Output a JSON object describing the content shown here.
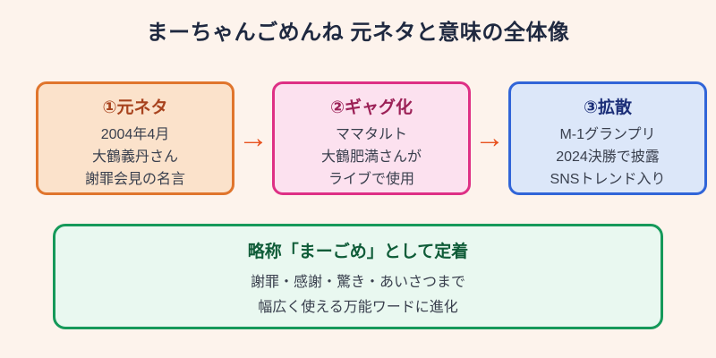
{
  "page": {
    "title": "まーちゃんごめんね 元ネタと意味の全体像",
    "background_color": "#FDF3EC",
    "title_color": "#1F2940"
  },
  "flow": {
    "arrow_glyph": "→",
    "arrow_color": "#E85320",
    "steps": [
      {
        "title": "①元ネタ",
        "lines": [
          "2004年4月",
          "大鶴義丹さん",
          "謝罪会見の名言"
        ],
        "accent_color": "#A8431E",
        "border_color": "#E0752D",
        "background_color": "#FBE2CB"
      },
      {
        "title": "②ギャグ化",
        "lines": [
          "ママタルト",
          "大鶴肥満さんが",
          "ライブで使用"
        ],
        "accent_color": "#9C2157",
        "border_color": "#DE3085",
        "background_color": "#FCE1EF"
      },
      {
        "title": "③拡散",
        "lines": [
          "M-1グランプリ",
          "2024決勝で披露",
          "SNSトレンド入り"
        ],
        "accent_color": "#1B2E78",
        "border_color": "#3165D8",
        "background_color": "#DCE7F9"
      }
    ]
  },
  "summary": {
    "title": "略称「まーごめ」として定着",
    "lines": [
      "謝罪・感謝・驚き・あいさつまで",
      "幅広く使える万能ワードに進化"
    ],
    "accent_color": "#0F5C38",
    "border_color": "#16995A",
    "background_color": "#E9F8F0"
  }
}
